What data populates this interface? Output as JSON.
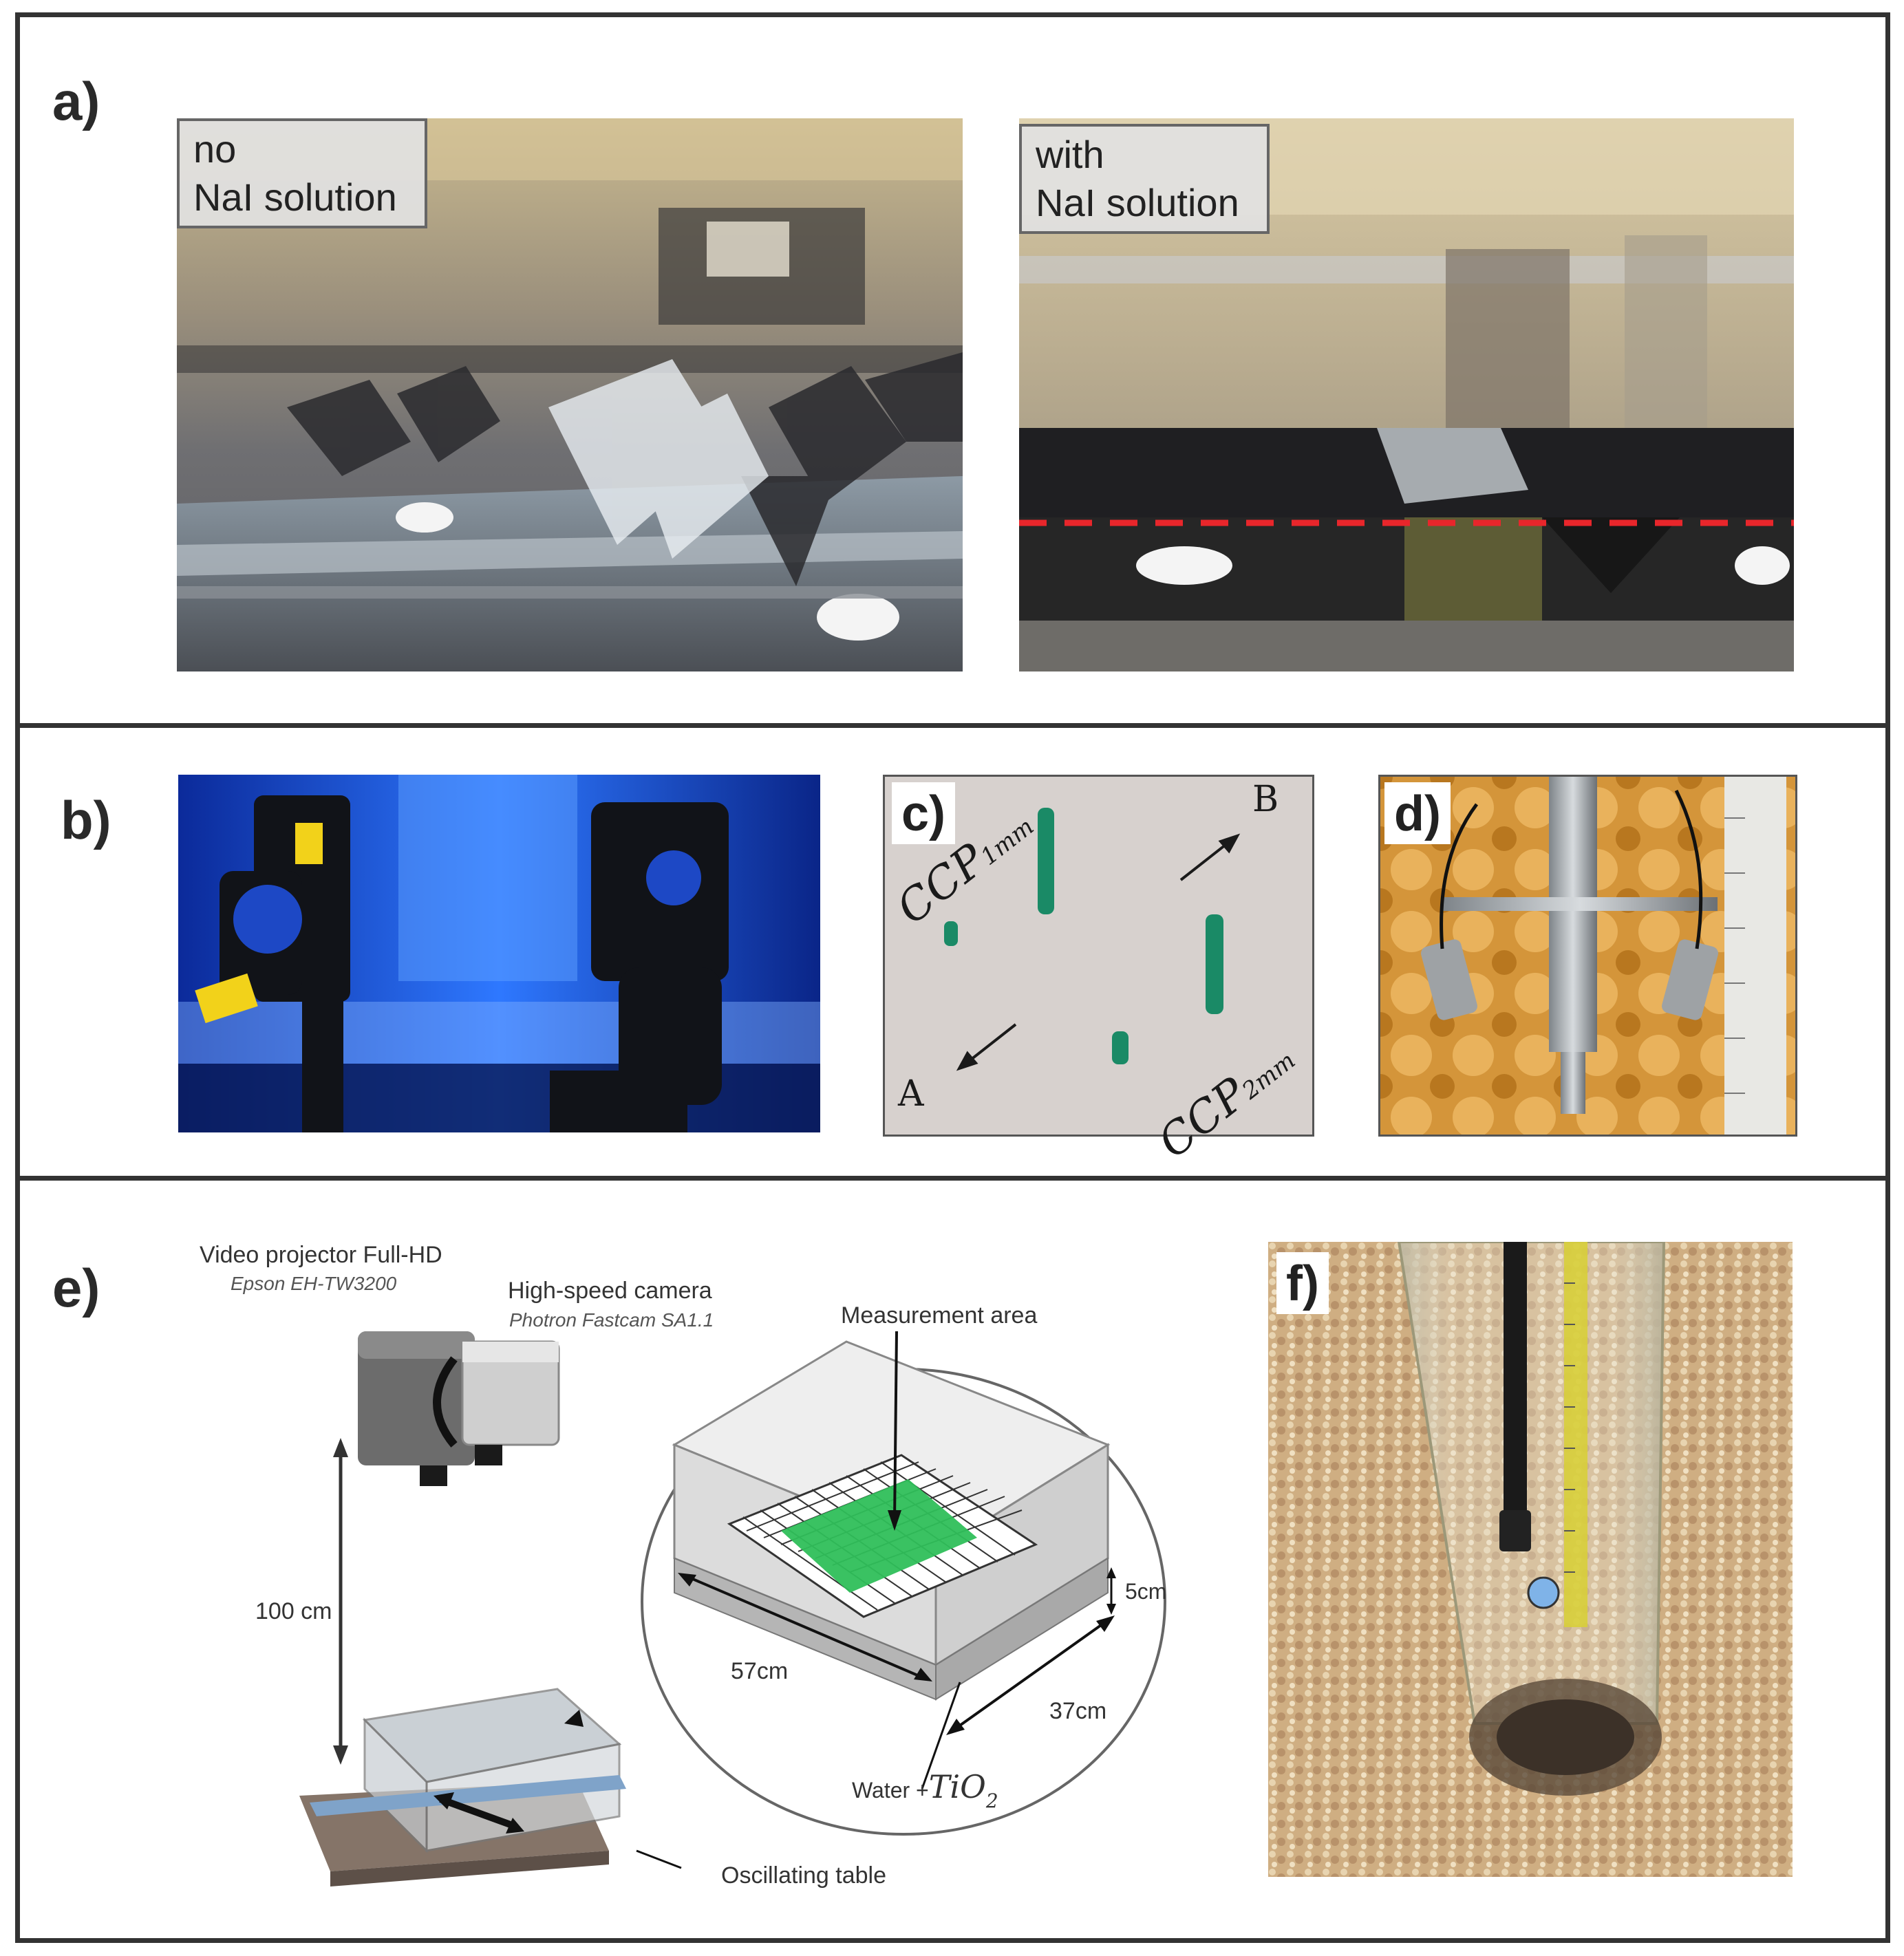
{
  "panels": {
    "a": {
      "letter": "a)",
      "left_photo": {
        "tag_line1": "no",
        "tag_line2": "NaI solution"
      },
      "right_photo": {
        "tag_line1": "with",
        "tag_line2": "NaI solution"
      }
    },
    "b": {
      "letter": "b)"
    },
    "c": {
      "letter": "c)",
      "label_ccp": "CCP",
      "label_1mm": "1mm",
      "label_2mm": "2mm",
      "label_a": "A",
      "label_b": "B"
    },
    "d": {
      "letter": "d)"
    },
    "e": {
      "letter": "e)",
      "projector_title": "Video projector Full-HD",
      "projector_model": "Epson EH-TW3200",
      "camera_title": "High-speed camera",
      "camera_model": "Photron Fastcam SA1.1",
      "measurement_area": "Measurement area",
      "distance": "100 cm",
      "depth": "5cm",
      "length": "57cm",
      "width": "37cm",
      "fluid_prefix": "Water +",
      "fluid_tio": "TiO",
      "fluid_sub": "2",
      "table": "Oscillating table"
    },
    "f": {
      "letter": "f)"
    }
  },
  "colors": {
    "frame": "#333333",
    "red_line": "#e8262b",
    "green_area": "#2fbf5a",
    "blue_light": "#1f5bff"
  }
}
